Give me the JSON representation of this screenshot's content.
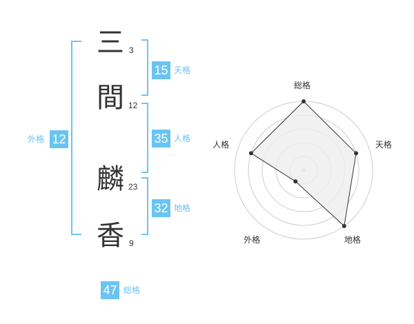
{
  "name": {
    "chars": [
      {
        "char": "三",
        "strokes": "3"
      },
      {
        "char": "間",
        "strokes": "12"
      },
      {
        "char": "麟",
        "strokes": "23"
      },
      {
        "char": "香",
        "strokes": "9"
      }
    ]
  },
  "fortunes": {
    "tenkaku": {
      "value": "15",
      "label": "天格"
    },
    "jinkaku": {
      "value": "35",
      "label": "人格"
    },
    "chikaku": {
      "value": "32",
      "label": "地格"
    },
    "gaikaku": {
      "value": "12",
      "label": "外格"
    },
    "soukaku": {
      "value": "47",
      "label": "総格"
    }
  },
  "chart_data": {
    "type": "radar",
    "axes": [
      "総格",
      "天格",
      "地格",
      "外格",
      "人格"
    ],
    "values": [
      5,
      4,
      5,
      1,
      4
    ],
    "max": 5,
    "rings": 5,
    "colors": {
      "fill": "#eeeeee",
      "line": "#333333",
      "grid": "#cccccc",
      "point": "#333333"
    }
  },
  "colors": {
    "accent": "#6ac4f2"
  }
}
